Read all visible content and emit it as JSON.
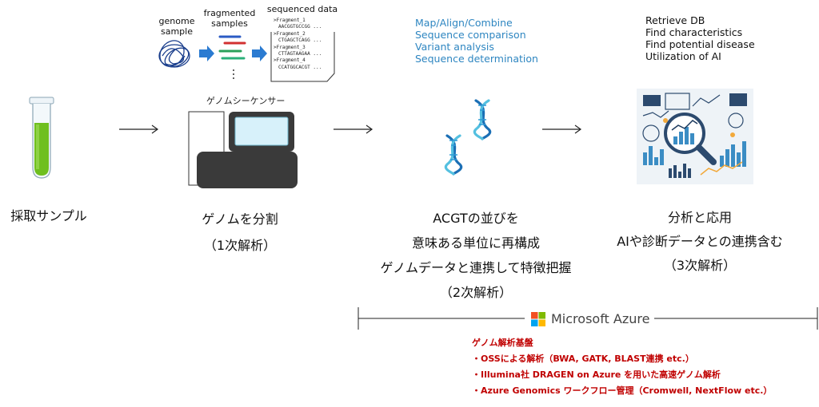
{
  "top_labels": {
    "genome_sample": [
      "genome",
      "sample"
    ],
    "fragmented_samples": [
      "fragmented",
      "samples"
    ],
    "sequenced_data": "sequenced data",
    "fragments": [
      {
        "name": ">Fragment_1",
        "seq": "AACGGTGCCGG ..."
      },
      {
        "name": ">Fragment_2",
        "seq": "CTGAGCTCAGG ..."
      },
      {
        "name": ">Fragment_3",
        "seq": "CTTAGTAAGAA ..."
      },
      {
        "name": ">Fragment_4",
        "seq": "CCATGGCACGT ..."
      }
    ]
  },
  "sequencer_label": "ゲノムシーケンサー",
  "secondary_tasks": [
    "Map/Align/Combine",
    "Sequence comparison",
    "Variant analysis",
    "Sequence determination"
  ],
  "tertiary_tasks": [
    "Retrieve DB",
    "Find characteristics",
    "Find potential disease",
    "Utilization of AI"
  ],
  "steps": {
    "sample": [
      "採取サンプル"
    ],
    "primary": [
      "ゲノムを分割",
      "（1次解析）"
    ],
    "secondary": [
      "ACGTの並びを",
      "意味ある単位に再構成",
      "ゲノムデータと連携して特徴把握",
      "（2次解析）"
    ],
    "tertiary": [
      "分析と応用",
      "AIや診断データとの連携含む",
      "（3次解析）"
    ]
  },
  "azure": {
    "brand": "Microsoft Azure",
    "logo_colors": [
      "#f25022",
      "#7fba00",
      "#00a4ef",
      "#ffb900"
    ],
    "platform_title": "ゲノム解析基盤",
    "items": [
      "・OSSによる解析（BWA, GATK, BLAST連携 etc.）",
      "・Illumina社 DRAGEN on Azure を用いた高速ゲノム解析",
      "・Azure Genomics ワークフロー管理（Cromwell, NextFlow etc.）"
    ]
  },
  "colors": {
    "blue_text": "#2e86c1",
    "red_text": "#c00000",
    "tube_liquid": "#6fbf1f",
    "sequencer_gray": "#3a3a3a"
  }
}
